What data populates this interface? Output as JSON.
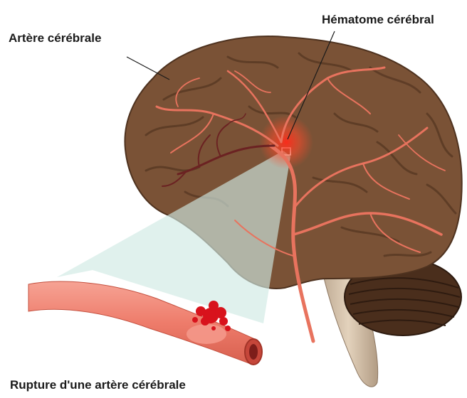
{
  "labels": {
    "cerebral_artery": "Artère cérébrale",
    "hematoma": "Hématome cérébral",
    "rupture": "Rupture d'une artère cérébrale"
  },
  "colors": {
    "brain": "#7a5236",
    "brain_dark": "#4e321f",
    "vessel": "#e8735e",
    "vessel_dark": "#6b2222",
    "hemorrhage": "#ff2a1a",
    "zoom_cone": "#cfe9e4",
    "artery_tube": "#f08a7a",
    "blood": "#d8131c"
  }
}
